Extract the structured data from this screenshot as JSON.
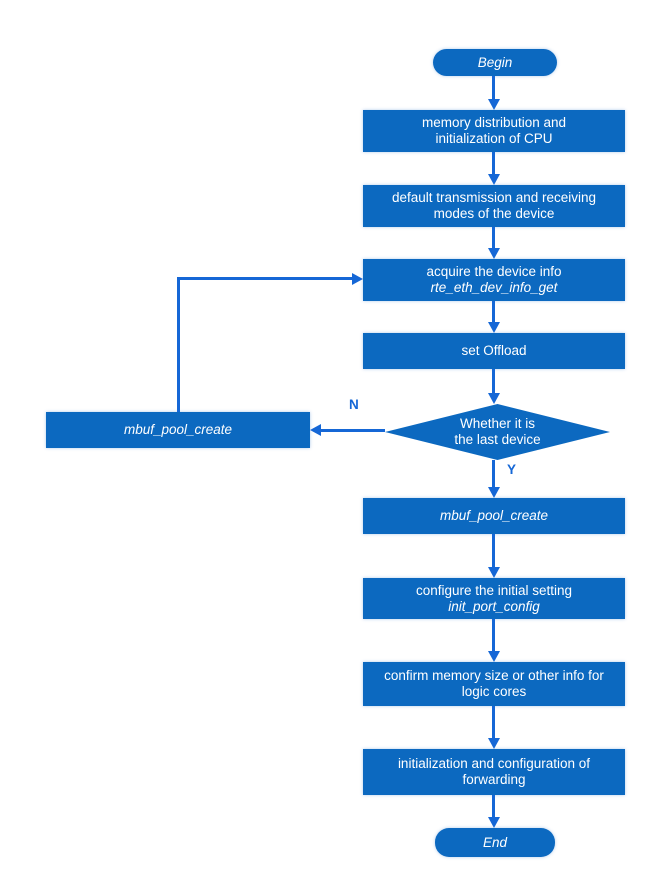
{
  "colors": {
    "box_fill": "#0c69c0",
    "connector": "#1567d6",
    "node_text": "#ffffff"
  },
  "nodes": {
    "begin": {
      "label": "Begin"
    },
    "memory_init": {
      "lines": [
        "memory distribution and",
        "initialization of CPU"
      ]
    },
    "default_modes": {
      "lines": [
        "default transmission and receiving",
        "modes of the device"
      ]
    },
    "acquire_device_info": {
      "lines": [
        "acquire the device info"
      ],
      "code": "rte_eth_dev_info_get"
    },
    "set_offload": {
      "lines": [
        "set Offload"
      ]
    },
    "last_device_decision": {
      "lines": [
        "Whether it is",
        "the last device"
      ]
    },
    "mbuf_pool_create_loop": {
      "code": "mbuf_pool_create"
    },
    "mbuf_pool_create": {
      "code": "mbuf_pool_create"
    },
    "configure_initial_setting": {
      "lines": [
        "configure the initial setting"
      ],
      "code": "init_port_config"
    },
    "confirm_memory": {
      "lines": [
        "confirm memory size or other info for",
        "logic cores"
      ]
    },
    "init_forwarding": {
      "lines": [
        "initialization and configuration of",
        "forwarding"
      ]
    },
    "end": {
      "label": "End"
    }
  },
  "edge_labels": {
    "no": "N",
    "yes": "Y"
  }
}
